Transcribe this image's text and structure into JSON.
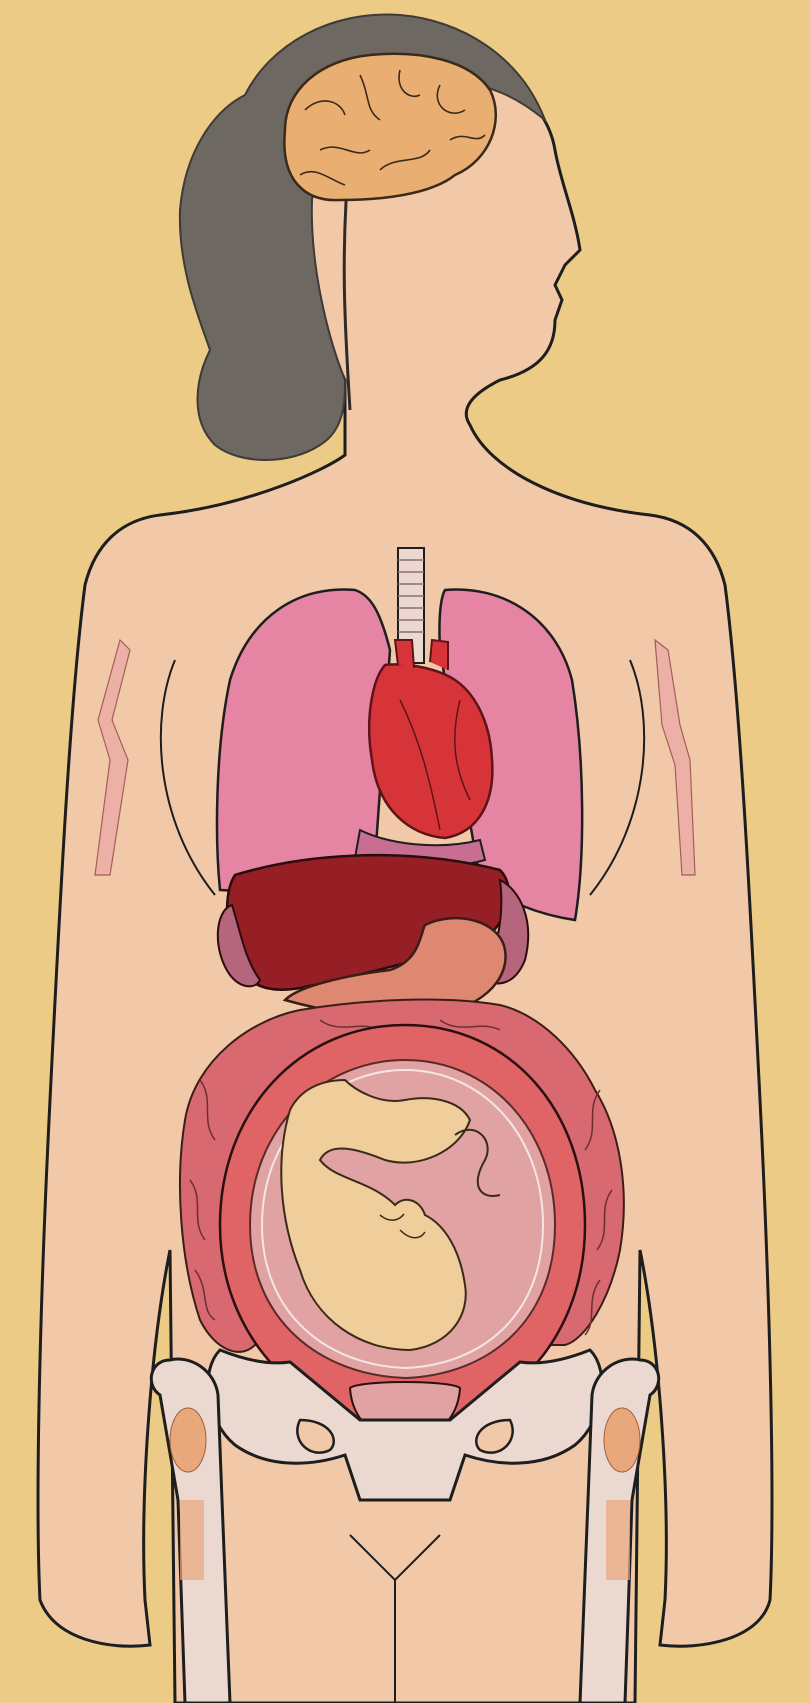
{
  "figure": {
    "subject": "pregnant-woman-anatomy",
    "colors": {
      "background": "#ECCB86",
      "skin": "#F2C9A8",
      "outline": "#1E1E1E",
      "hair": "#6E6863",
      "brain": "#E9AE72",
      "lungs": "#E584A3",
      "heart": "#D7343A",
      "liver": "#961F25",
      "stomach": "#DE8872",
      "intestines": "#D86970",
      "uterus_wall": "#E06465",
      "amniotic": "#E0A2A2",
      "fetus": "#F0CE9C",
      "bone": "#EBD8D0",
      "marrow": "#E9A87C",
      "arm_vessels": "#EDB0A6"
    },
    "organs": [
      {
        "id": "brain",
        "icon": "brain-icon"
      },
      {
        "id": "trachea",
        "icon": "trachea-icon"
      },
      {
        "id": "lungs",
        "icon": "lungs-icon"
      },
      {
        "id": "heart",
        "icon": "heart-icon"
      },
      {
        "id": "liver",
        "icon": "liver-icon"
      },
      {
        "id": "stomach",
        "icon": "stomach-icon"
      },
      {
        "id": "intestines",
        "icon": "intestines-icon"
      },
      {
        "id": "uterus",
        "icon": "uterus-icon"
      },
      {
        "id": "fetus",
        "icon": "fetus-icon"
      },
      {
        "id": "bladder",
        "icon": "bladder-icon"
      },
      {
        "id": "pelvis",
        "icon": "pelvis-icon"
      },
      {
        "id": "femurs",
        "icon": "femur-icon"
      },
      {
        "id": "arm-blood-vessels",
        "icon": "blood-vessel-icon"
      }
    ]
  }
}
